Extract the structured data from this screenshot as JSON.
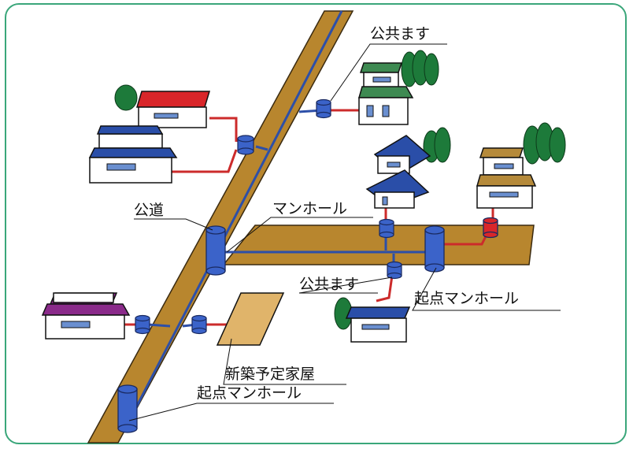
{
  "labels": {
    "public_masu_top": "公共ます",
    "public_road": "公道",
    "manhole": "マンホール",
    "public_masu_mid": "公共ます",
    "origin_manhole_right": "起点マンホール",
    "planned_house": "新築予定家屋",
    "origin_manhole_bottom": "起点マンホール"
  },
  "colors": {
    "frame": "#3aa67a",
    "road": "#b8862e",
    "pipe_public": "#2d4fa8",
    "pipe_private": "#cc2b2b",
    "masu": "#3b63c9",
    "manhole": "#3b63c9",
    "origin_manhole_red": "#d9262a"
  }
}
